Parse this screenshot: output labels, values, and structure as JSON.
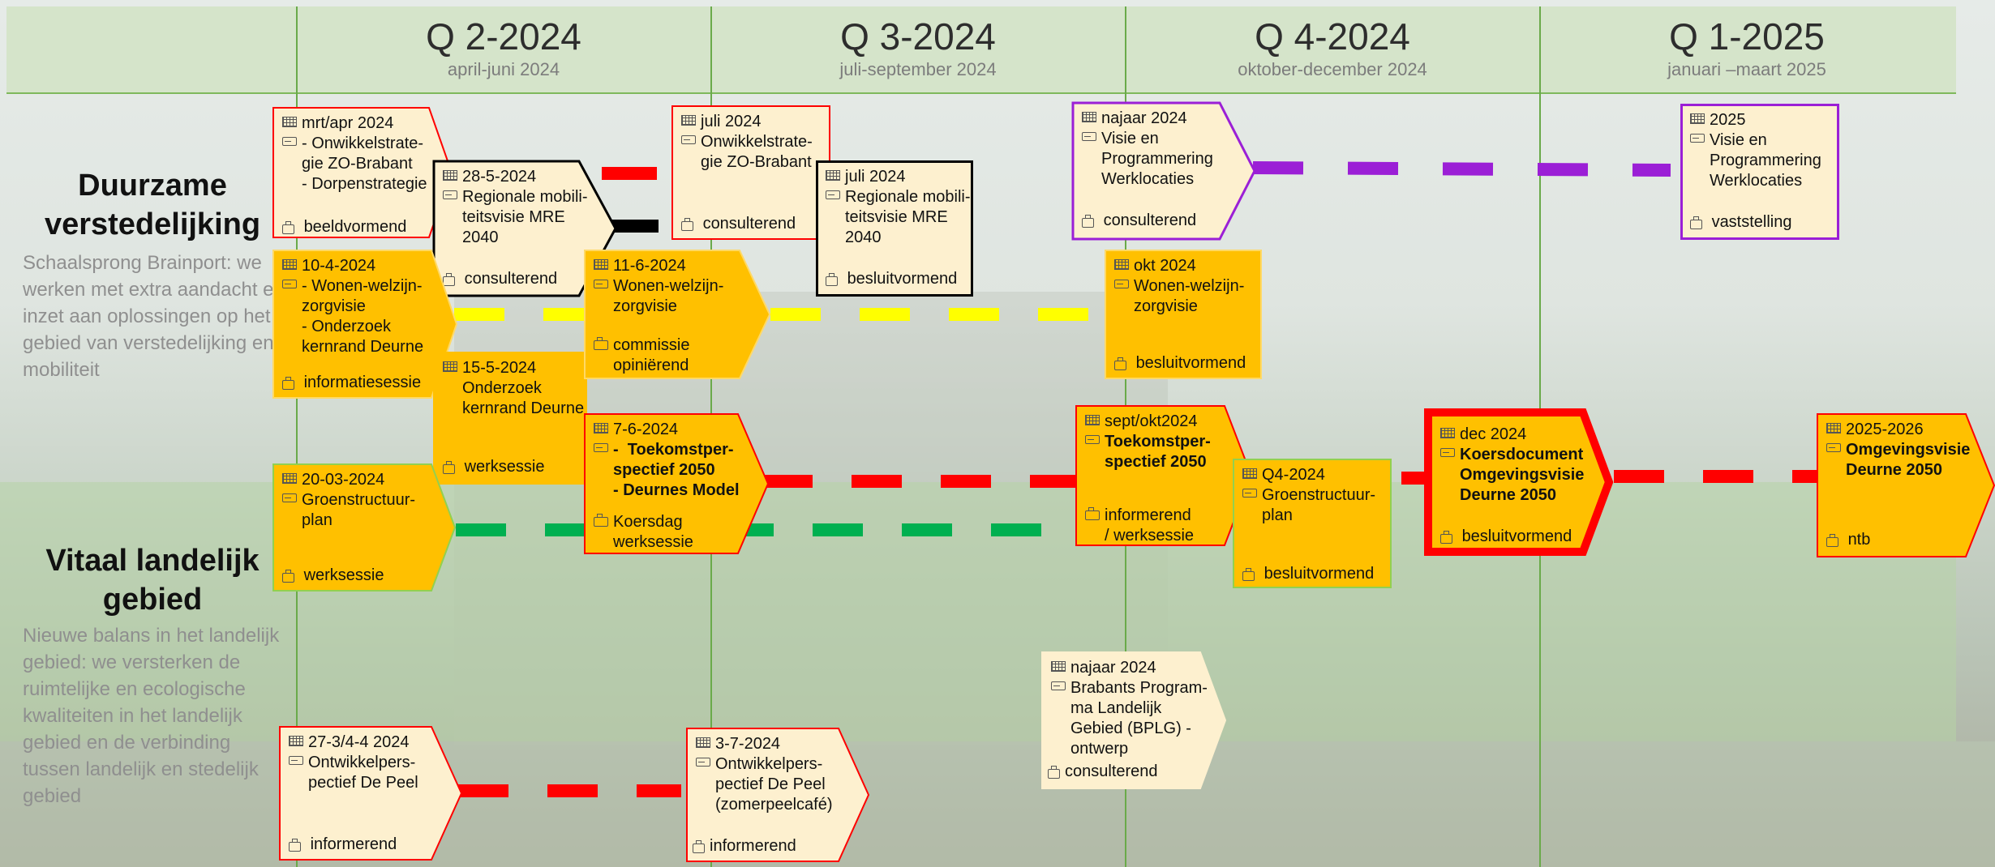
{
  "quarters": [
    {
      "label": "Q 2-2024",
      "months": "april-juni 2024"
    },
    {
      "label": "Q 3-2024",
      "months": "juli-september 2024"
    },
    {
      "label": "Q 4-2024",
      "months": "oktober-december 2024"
    },
    {
      "label": "Q 1-2025",
      "months": "januari –maart 2025"
    }
  ],
  "sections": [
    {
      "title": "Duurzame verstedelijking",
      "description": "Schaalsprong Brainport: we werken met extra aandacht en inzet aan oplossingen op het gebied van verstedelijking en mobiliteit"
    },
    {
      "title": "Vitaal landelijk gebied",
      "description": "Nieuwe balans in het landelijk gebied: we versterken de ruimtelijke en ecologische kwaliteiten in het landelijk gebied en de verbinding tussen landelijk en stedelijk gebied"
    }
  ],
  "items": {
    "onwikkel_mrt": {
      "date": "mrt/apr 2024",
      "text": "- Onwikkelstrate-\ngie ZO-Brabant\n- Dorpenstrategie",
      "role": "beeldvormend"
    },
    "mobiliteit_mei": {
      "date": "28-5-2024",
      "text": "Regionale mobili-\nteitsvisie MRE\n2040",
      "role": "consulterend"
    },
    "onwikkel_juli": {
      "date": "juli 2024",
      "text": "Onwikkelstrate-\ngie ZO-Brabant",
      "role": "consulterend"
    },
    "mobiliteit_juli": {
      "date": "juli 2024",
      "text": "Regionale mobili-\nteitsvisie MRE\n2040",
      "role": "besluitvormend"
    },
    "werklocaties_najaar": {
      "date": "najaar 2024",
      "text": "Visie en\nProgrammering\nWerklocaties",
      "role": "consulterend"
    },
    "werklocaties_2025": {
      "date": "2025",
      "text": "Visie en\nProgrammering\nWerklocaties",
      "role": "vaststelling"
    },
    "wonen_april": {
      "date": "10-4-2024",
      "text": "- Wonen-welzijn-\nzorgvisie\n- Onderzoek\nkernrand Deurne",
      "role": "informatiesessie"
    },
    "onderzoek_mei": {
      "date": "15-5-2024",
      "text": "Onderzoek\nkernrand Deurne",
      "role": "werksessie"
    },
    "wonen_juni": {
      "date": "11-6-2024",
      "text": "Wonen-welzijn-\nzorgvisie",
      "role": "commissie\nopiniërend"
    },
    "wonen_okt": {
      "date": "okt 2024",
      "text": "Wonen-welzijn-\nzorgvisie",
      "role": "besluitvormend"
    },
    "groen_maart": {
      "date": "20-03-2024",
      "text": "Groenstructuur-\nplan",
      "role": "werksessie"
    },
    "toekomst_juni": {
      "date": "7-6-2024",
      "text": "-  Toekomstper-\nspectief 2050\n- Deurnes Model",
      "role": "Koersdag\nwerksessie"
    },
    "toekomst_sept": {
      "date": "sept/okt2024",
      "text": "Toekomstper-\nspectief 2050",
      "role": "informerend\n/ werksessie"
    },
    "groen_q4": {
      "date": "Q4-2024",
      "text": "Groenstructuur-\nplan",
      "role": "besluitvormend"
    },
    "koers_dec": {
      "date": "dec 2024",
      "text": "Koersdocument\nOmgevingsvisie\nDeurne 2050",
      "role": "besluitvormend"
    },
    "omgevingsvisie_2025": {
      "date": "2025-2026",
      "text": "Omgevingsvisie\nDeurne 2050",
      "role": "ntb"
    },
    "bplg_najaar": {
      "date": "najaar 2024",
      "text": "Brabants Program-\nma Landelijk\nGebied (BPLG) -\nontwerp",
      "role": "consulterend"
    },
    "peel_maart": {
      "date": "27-3/4-4 2024",
      "text": "Ontwikkelpers-\npectief De Peel",
      "role": "informerend"
    },
    "peel_juli": {
      "date": "3-7-2024",
      "text": "Ontwikkelpers-\npectief De Peel\n(zomerpeelcafé)",
      "role": "informerend"
    }
  },
  "colors": {
    "yellow": "#ffc000",
    "cream": "#fdf0cf",
    "red": "#ff0000",
    "black": "#000000",
    "purple": "#9b1fd6",
    "green": "#00b050",
    "dash_yellow": "#ffff00",
    "grid": "#6aaa4a"
  },
  "icons": [
    "calendar-icon",
    "document-icon",
    "briefcase-icon"
  ]
}
